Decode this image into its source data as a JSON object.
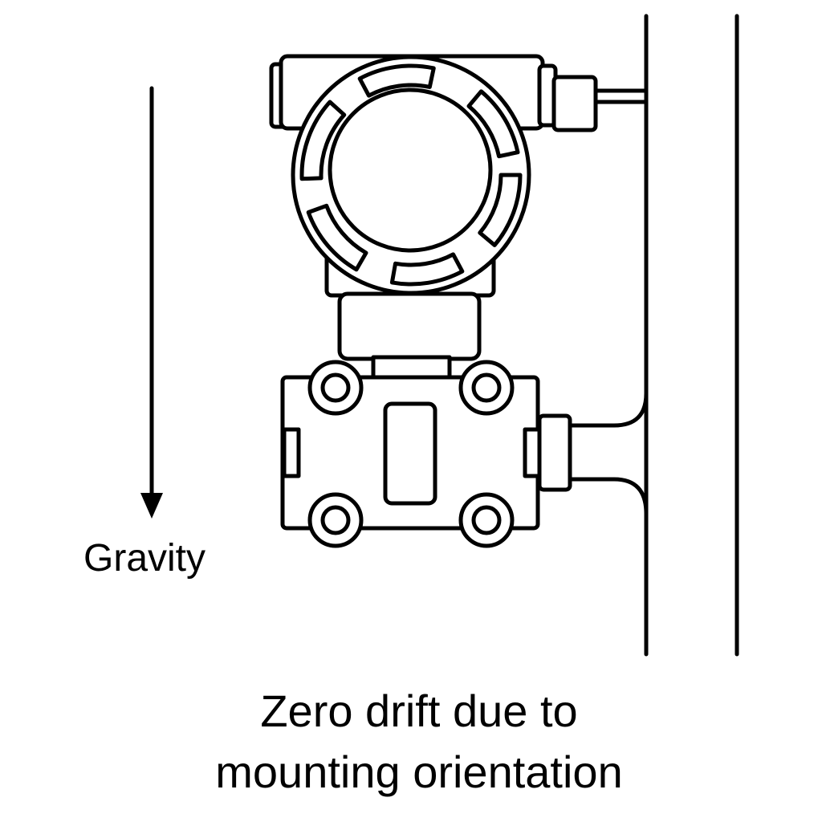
{
  "labels": {
    "gravity": "Gravity",
    "caption_line1": "Zero drift due to",
    "caption_line2": "mounting orientation"
  },
  "colors": {
    "stroke": "#000000",
    "background": "#ffffff"
  }
}
